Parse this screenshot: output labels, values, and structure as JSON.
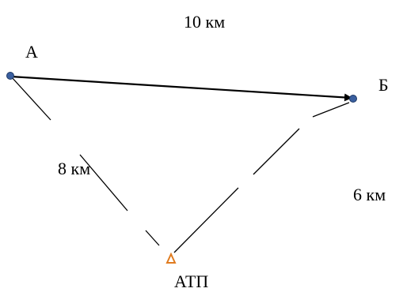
{
  "labels": {
    "distance_ab": "10 км",
    "point_a": "А",
    "point_b": "Б",
    "distance_a_depot": "8 км",
    "distance_b_depot": "6 км",
    "depot": "АТП"
  },
  "colors": {
    "line": "#000000",
    "node_fill": "#3a5f9f",
    "node_stroke": "#1f3a66",
    "depot_marker": "#e07b1f"
  },
  "icons": {
    "depot_marker": "triangle-outline"
  }
}
